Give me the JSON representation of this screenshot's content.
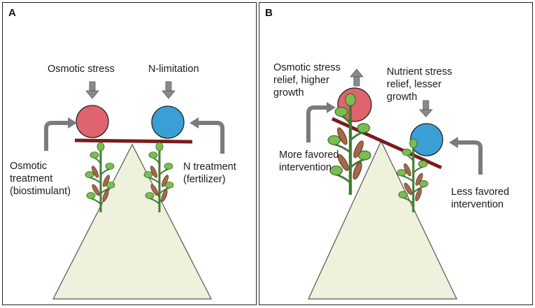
{
  "panel_a": {
    "label": "A",
    "stress_left": "Osmotic stress",
    "stress_right": "N-limitation",
    "treatment_left": [
      "Osmotic",
      "treatment",
      "(biostimulant)"
    ],
    "treatment_right": [
      "N treatment",
      "(fertilizer)"
    ]
  },
  "panel_b": {
    "label": "B",
    "relief_left": [
      "Osmotic stress",
      "relief, higher",
      "growth"
    ],
    "relief_right": [
      "Nutrient stress",
      "relief, lesser",
      "growth"
    ],
    "favored": [
      "More favored",
      "intervention"
    ],
    "less_favored": [
      "Less favored",
      "intervention"
    ]
  },
  "colors": {
    "osmotic_ball": "#e0646e",
    "nitrogen_ball": "#3a9fd4",
    "beam": "#7a1c1c",
    "triangle": "#eef2dc",
    "arrow": "#7b7b7b"
  }
}
